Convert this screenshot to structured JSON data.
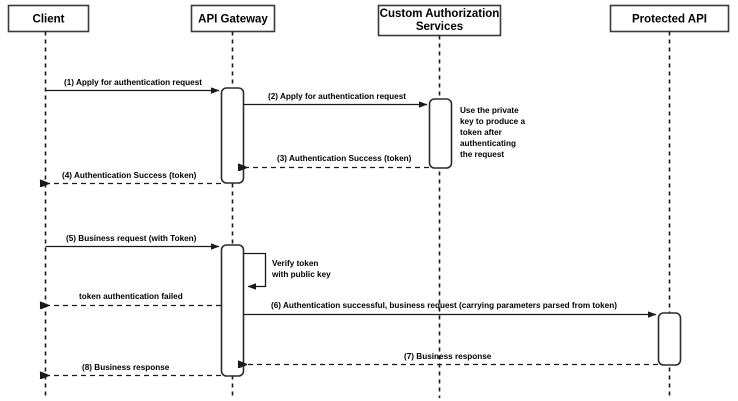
{
  "diagram": {
    "title": "API Gateway token authentication sequence",
    "type": "sequence-diagram",
    "colors": {
      "background": "#ffffff",
      "line": "#1a1a1a",
      "box_border": "#3a3a3a",
      "text": "#000000"
    },
    "participants": [
      {
        "id": "client",
        "label": "Client"
      },
      {
        "id": "api-gateway",
        "label": "API Gateway"
      },
      {
        "id": "custom-authorization-services",
        "label": "Custom Authorization\nServices",
        "label_line1": "Custom Authorization",
        "label_line2": "Services"
      },
      {
        "id": "protected-api",
        "label": "Protected API"
      }
    ],
    "messages": [
      {
        "seq": "1",
        "label": "(1) Apply for authentication request",
        "from": "client",
        "to": "api-gateway",
        "style": "solid"
      },
      {
        "seq": "2",
        "label": "(2) Apply for authentication request",
        "from": "api-gateway",
        "to": "custom-authorization-services",
        "style": "solid"
      },
      {
        "seq": "3",
        "label": "(3) Authentication Success (token)",
        "from": "custom-authorization-services",
        "to": "api-gateway",
        "style": "dashed"
      },
      {
        "seq": "4",
        "label": "(4) Authentication Success (token)",
        "from": "api-gateway",
        "to": "client",
        "style": "dashed"
      },
      {
        "seq": "5",
        "label": "(5) Business request (with Token)",
        "from": "client",
        "to": "api-gateway",
        "style": "solid"
      },
      {
        "seq": "",
        "label": "token authentication failed",
        "from": "api-gateway",
        "to": "client",
        "style": "dashed"
      },
      {
        "seq": "6",
        "label": "(6) Authentication successful, business request (carrying parameters parsed from token)",
        "from": "api-gateway",
        "to": "protected-api",
        "style": "solid"
      },
      {
        "seq": "7",
        "label": "(7) Business response",
        "from": "protected-api",
        "to": "api-gateway",
        "style": "dashed"
      },
      {
        "seq": "8",
        "label": "(8) Business response",
        "from": "api-gateway",
        "to": "client",
        "style": "dashed"
      }
    ],
    "notes": [
      {
        "id": "private-key-note",
        "owner": "custom-authorization-services",
        "text": "Use the private key to produce a token after authenticating the request",
        "lines": [
          "Use the private",
          "key to produce a",
          "token after",
          "authenticating",
          "the request"
        ]
      },
      {
        "id": "verify-token-note",
        "owner": "api-gateway",
        "text": "Verify token with public key",
        "lines": [
          "Verify token",
          "with public key"
        ]
      }
    ],
    "self_calls": [
      {
        "id": "verify-token-self-call",
        "owner": "api-gateway",
        "label": "Verify token with public key"
      }
    ]
  }
}
